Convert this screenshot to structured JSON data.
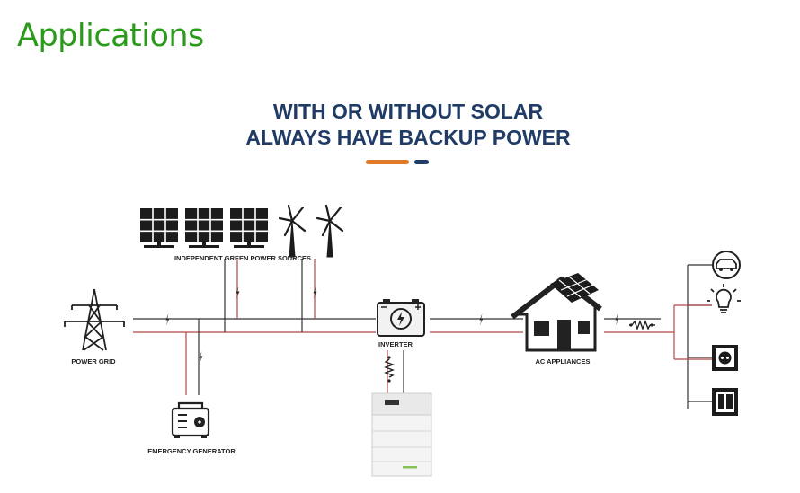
{
  "page_title": "Applications",
  "headline": {
    "line1": "WITH OR WITHOUT SOLAR",
    "line2": "ALWAYS HAVE BACKUP POWER"
  },
  "nodes": {
    "green_sources": "INDEPENDENT GREEN POWER SOURCES",
    "power_grid": "POWER GRID",
    "emergency_generator": "EMERGENCY GENERATOR",
    "inverter": "INVERTER",
    "ac_appliances": "AC APPLIANCES"
  },
  "colors": {
    "title_green": "#2a9a1a",
    "headline_navy": "#1f3b66",
    "accent_orange": "#e07b2a",
    "accent_navy": "#1f3b66",
    "line_dark": "#333333",
    "line_red": "#b04848",
    "icon_dark": "#222222"
  },
  "icons": [
    "solar-panel-icon",
    "wind-turbine-icon",
    "transmission-tower-icon",
    "generator-icon",
    "inverter-icon",
    "battery-stack-icon",
    "house-solar-icon",
    "car-icon",
    "light-bulb-icon",
    "power-socket-icon",
    "wall-switch-icon",
    "lightning-icon",
    "resistor-icon"
  ]
}
